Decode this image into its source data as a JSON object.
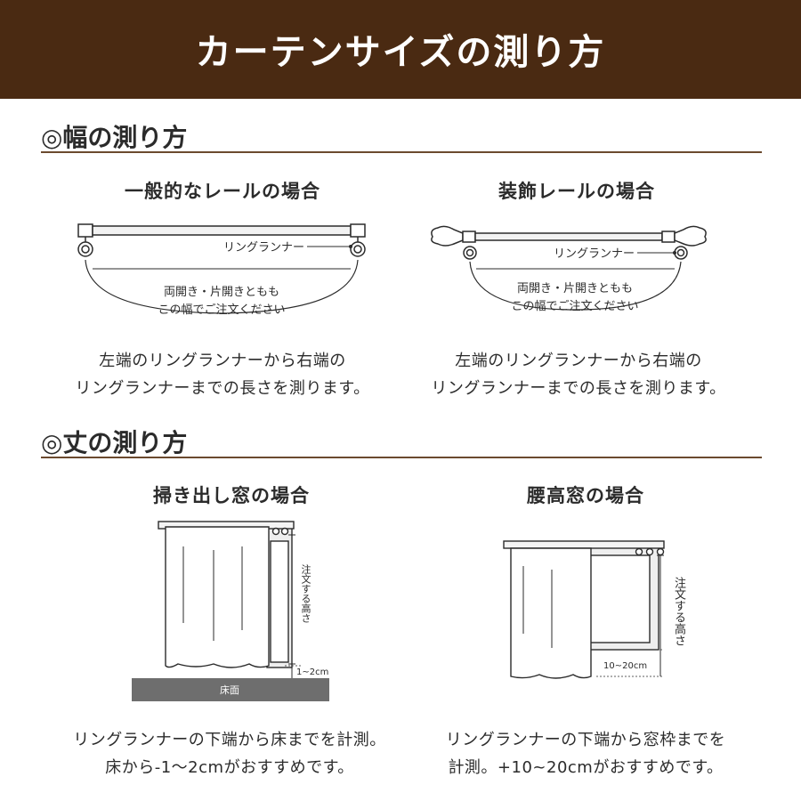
{
  "header": {
    "title": "カーテンサイズの測り方"
  },
  "width_section": {
    "title": "◎幅の測り方",
    "left": {
      "subtitle": "一般的なレールの場合",
      "runner_label": "リングランナー",
      "note_line1": "両開き・片開きともも",
      "note_line2": "この幅でご注文ください",
      "desc_line1": "左端のリングランナーから右端の",
      "desc_line2": "リングランナーまでの長さを測ります。"
    },
    "right": {
      "subtitle": "装飾レールの場合",
      "runner_label": "リングランナー",
      "note_line1": "両開き・片開きともも",
      "note_line2": "この幅でご注文ください",
      "desc_line1": "左端のリングランナーから右端の",
      "desc_line2": "リングランナーまでの長さを測ります。"
    }
  },
  "length_section": {
    "title": "◎丈の測り方",
    "left": {
      "subtitle": "掃き出し窓の場合",
      "height_label": "注文する高さ",
      "gap_label": "1~2cm",
      "floor_label": "床面",
      "desc_line1": "リングランナーの下端から床までを計測。",
      "desc_line2": "床から-1～2cmがおすすめです。"
    },
    "right": {
      "subtitle": "腰高窓の場合",
      "height_label": "注文する高さ",
      "gap_label": "10~20cm",
      "desc_line1": "リングランナーの下端から窓枠までを",
      "desc_line2": "計測。+10~20cmがおすすめです。"
    }
  },
  "colors": {
    "header_bg": "#4a2a12",
    "rule": "#6b4a2e",
    "floor": "#6e6e6e"
  }
}
